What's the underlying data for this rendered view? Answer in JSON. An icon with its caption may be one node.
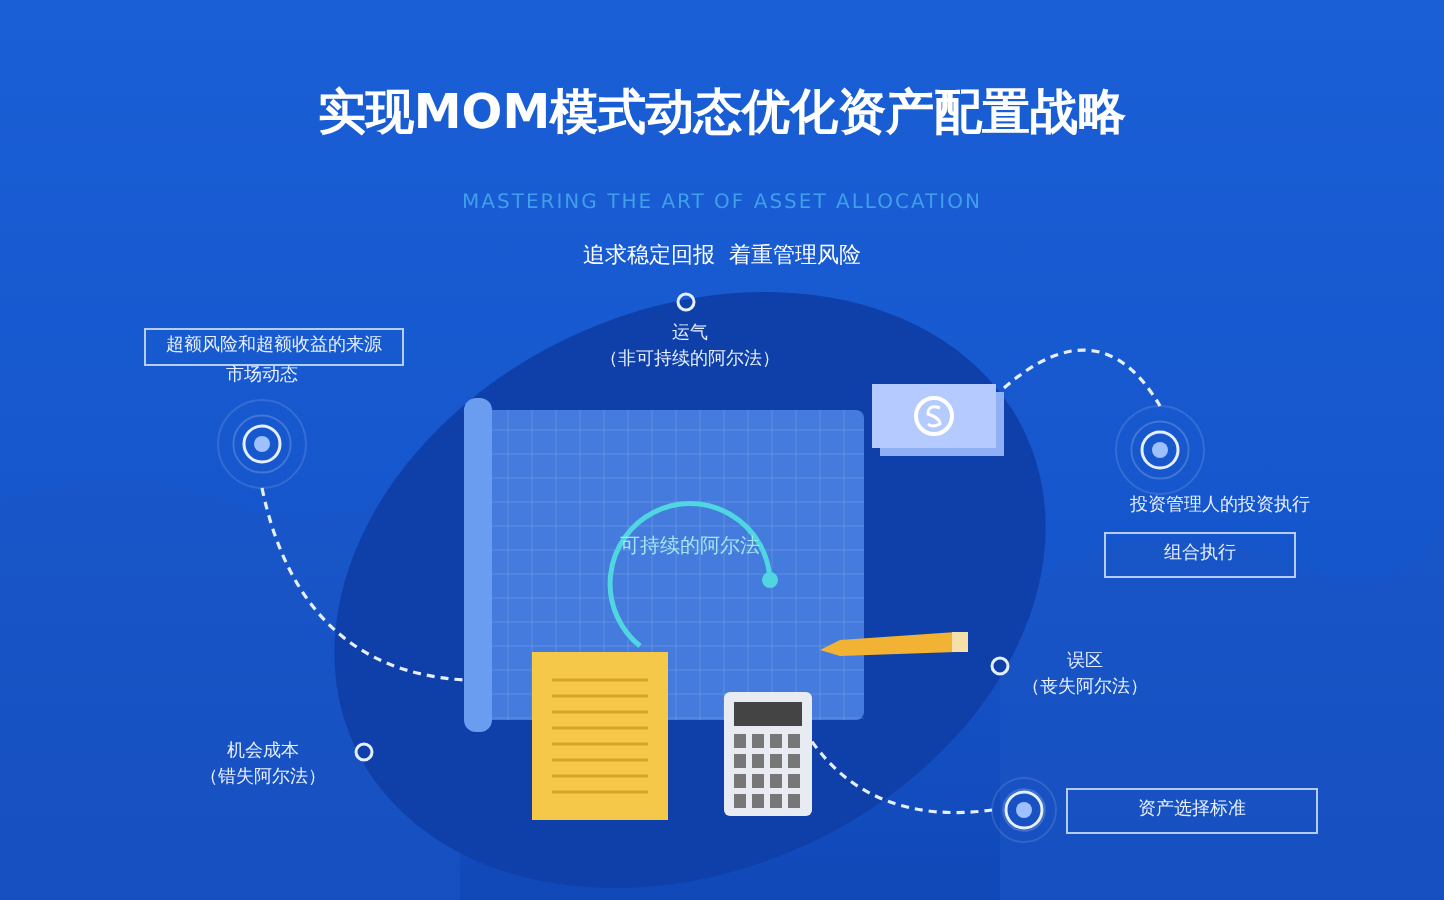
{
  "diagram": {
    "title": "实现MOM模式动态优化资产配置战略",
    "nodes": [
      {
        "text": [
          "超额风险和超额收益的来源"
        ]
      },
      {
        "text": [
          "市场动态"
        ]
      },
      {
        "text": [
          "运气（非可持续的阿尔法）"
        ]
      },
      {
        "text": [],
        "shape": "picture"
      },
      {
        "text": [
          "可持续的阿尔法"
        ],
        "in": 3
      },
      {
        "text": [],
        "shape": "picture"
      },
      {
        "text": [
          "投资管理人的投资执行"
        ]
      },
      {
        "text": [
          "组合执行"
        ]
      },
      {
        "text": [
          "误区（丧失阿尔法）"
        ]
      },
      {
        "text": [
          "机会成本（错失阿尔法）"
        ]
      },
      {
        "text": [],
        "shape": "picture"
      },
      {
        "text": [],
        "shape": "circle"
      },
      {
        "text": [
          "资产选择标准"
        ]
      }
    ],
    "edges": [
      {
        "from": 1,
        "to": 3,
        "arrow": "none",
        "style": "dashed"
      },
      {
        "from": 5,
        "to": 6,
        "arrow": "none",
        "style": "dashed"
      },
      {
        "from": 10,
        "to": 11,
        "arrow": "none",
        "style": "dashed"
      }
    ],
    "labels": [
      "MASTERING THE ART OF ASSET ALLOCATION",
      "追求稳定回报  着重管理风险"
    ]
  }
}
